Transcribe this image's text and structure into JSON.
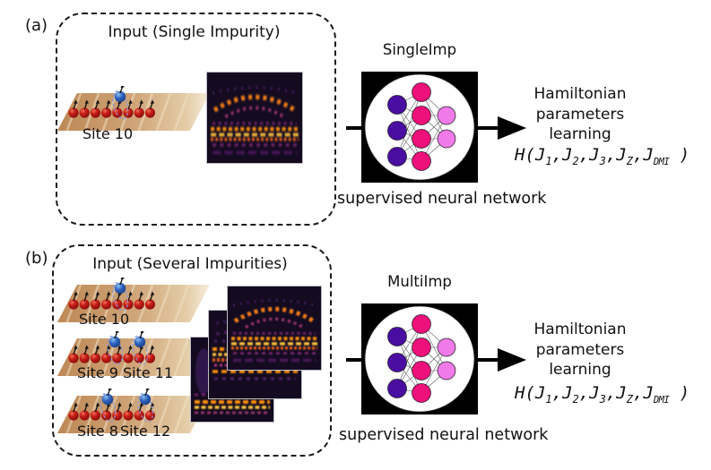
{
  "figure": {
    "panel_a": {
      "tag": "(a)",
      "box_title": "Input (Single Impurity)",
      "site_labels": [
        "Site 10"
      ],
      "nn_title": "SingleImp",
      "nn_caption": "supervised neural network",
      "output_lines": [
        "Hamiltonian",
        "parameters",
        "learning"
      ]
    },
    "panel_b": {
      "tag": "(b)",
      "box_title": "Input (Several Impurities)",
      "chain1_labels": [
        "Site 10"
      ],
      "chain2_labels": [
        "Site 9",
        "Site 11"
      ],
      "chain3_labels": [
        "Site 8",
        "Site 12"
      ],
      "nn_title": "MultiImp",
      "nn_caption": "supervised neural network",
      "output_lines": [
        "Hamiltonian",
        "parameters",
        "learning"
      ]
    },
    "formula": {
      "f0": "H(J",
      "s1": "1",
      "f1": ",J",
      "s2": "2",
      "f2": ",J",
      "s3": "3",
      "f3": ",J",
      "s4": "Z",
      "f4": ",J",
      "s5": "DMI",
      "f5": " )"
    },
    "icons": {
      "arrow_right": "▶"
    },
    "colors": {
      "node_input": "#4a0da2",
      "node_hidden": "#ee117c",
      "node_output": "#f07ae8",
      "plane_tan": "#cfa477",
      "spin_red": "#b01010",
      "spin_blue": "#2f63c0",
      "heat_background": "#140b21",
      "heat_orange": "#f98e09",
      "heat_yellow": "#fbc23d",
      "heat_pink": "#b23b78",
      "heat_purple": "#6a2a85"
    }
  }
}
